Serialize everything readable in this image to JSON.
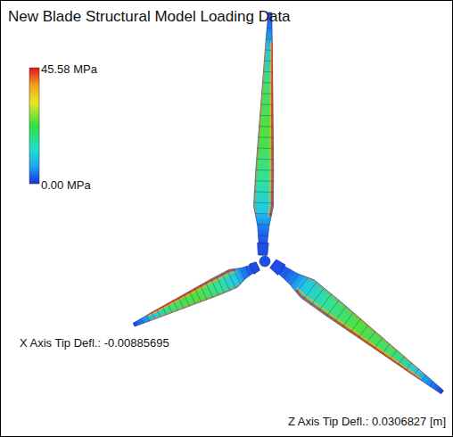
{
  "diagram": {
    "title": "New Blade Structural Model Loading Data",
    "labels": [
      "45.58 MPa",
      "0.00 MPa",
      "X Axis Tip Defl.: -0.00885695",
      "Z Axis Tip Defl.: 0.0306827 [m]"
    ]
  }
}
